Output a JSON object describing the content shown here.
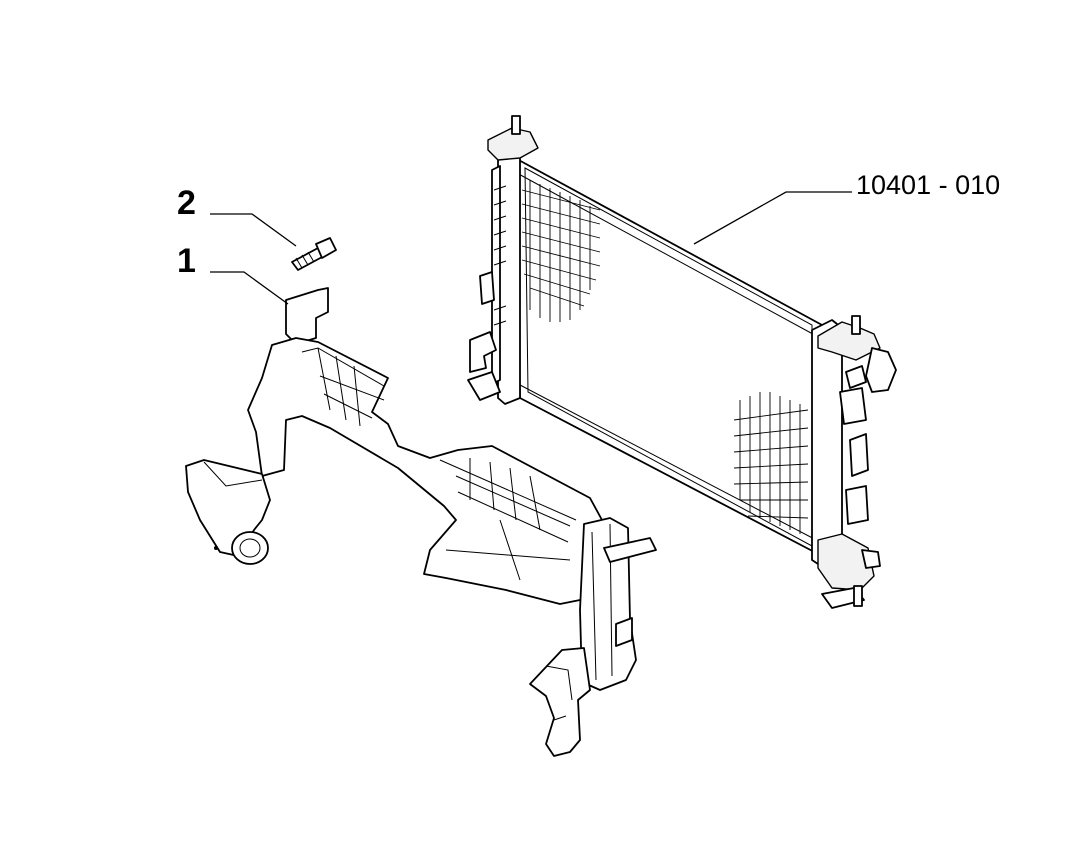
{
  "callouts": {
    "part_1": "1",
    "part_2": "2",
    "radiator_ref": "10401 - 010"
  },
  "colors": {
    "line": "#000000",
    "background": "#ffffff"
  }
}
